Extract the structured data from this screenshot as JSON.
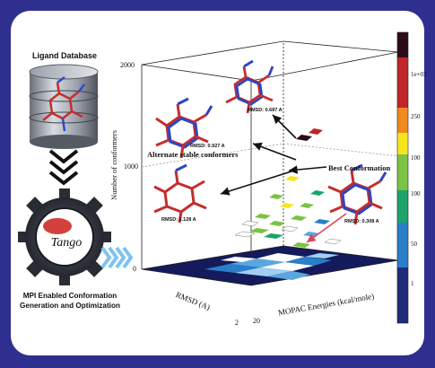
{
  "left_panel": {
    "database_title": "Ligand  Database",
    "engine_caption_line1": "MPI Enabled Conformation",
    "engine_caption_line2": "Generation and Optimization",
    "engine_logo_text": "Tango"
  },
  "plot": {
    "z_axis_label": "Number  of  conformers",
    "x_axis_label": "RMSD  (A)",
    "y_axis_label": "MOPAC  Energies  (kcal/mole)",
    "z_ticks": [
      "2000",
      "1000",
      "0"
    ],
    "x_ticks": [
      "2"
    ],
    "y_ticks": [
      "20"
    ],
    "colorbar_ticks": [
      "1e+03",
      "250",
      "100",
      "100",
      "50",
      "1"
    ]
  },
  "annotations": {
    "alt_stable": "Alternate  stable  conformers",
    "best_conf": "Best  Conformation",
    "rmsd_top": "RMSD: 0.687 A",
    "rmsd_upper_left": "RMSD: 0.927 A",
    "rmsd_lower_left": "RMSD: 1.128 A",
    "rmsd_best": "RMSD: 0.308 A"
  },
  "colors": {
    "frame": "#2e2f8f",
    "floor": "#141a5c",
    "colorbar": [
      "#2c0b18",
      "#c0252a",
      "#f08a1e",
      "#f7e51c",
      "#7cc243",
      "#1da36b",
      "#2a7fc9",
      "#1e2c7a"
    ]
  }
}
